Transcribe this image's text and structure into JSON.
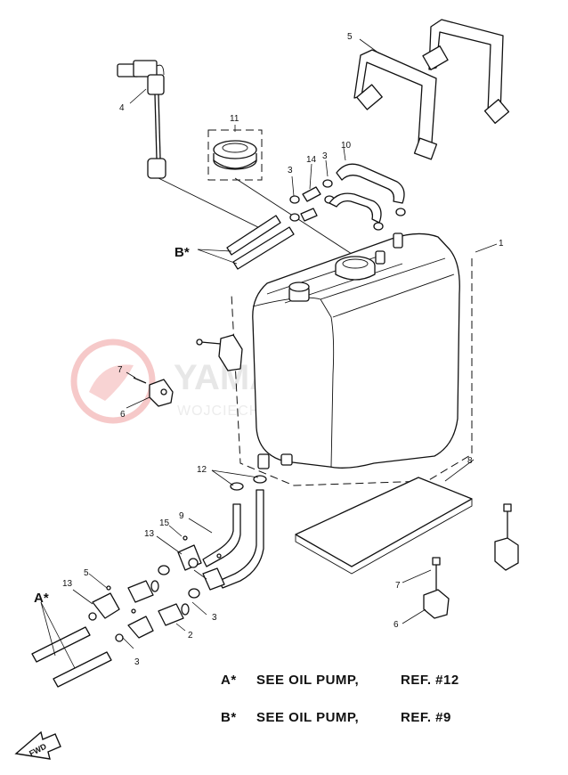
{
  "watermark": {
    "brand": "YAMA-SKLEP.PL",
    "dealer": "WOJCIECHOWICZ | DEALER YAMAHA",
    "logo_color": "#e9a0a0"
  },
  "callouts": {
    "c1": "1",
    "c2": "2",
    "c3a": "3",
    "c3b": "3",
    "c3c": "3",
    "c3d": "3",
    "c4": "4",
    "c5a": "5",
    "c5b": "5",
    "c6a": "6",
    "c6b": "6",
    "c7a": "7",
    "c7b": "7",
    "c8": "8",
    "c9": "9",
    "c10": "10",
    "c11": "11",
    "c12": "12",
    "c13a": "13",
    "c13b": "13",
    "c14": "14",
    "c15": "15"
  },
  "references": {
    "a_label": "A*",
    "b_label": "B*"
  },
  "notes": [
    {
      "key": "A*",
      "text": "SEE  OIL PUMP,",
      "ref": "REF. #12"
    },
    {
      "key": "B*",
      "text": "SEE  OIL PUMP,",
      "ref": "REF. #9"
    }
  ],
  "direction": {
    "label": "FWD"
  }
}
